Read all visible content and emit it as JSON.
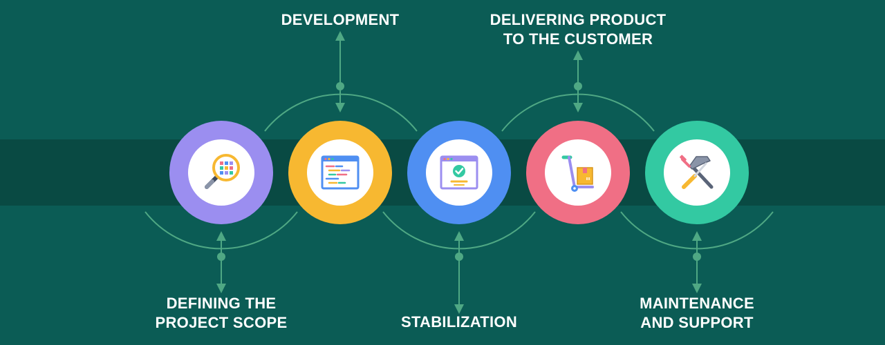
{
  "colors": {
    "background": "#0b5c55",
    "band": "#094a43",
    "connector": "#4fa884",
    "stage1": "#9b8ef0",
    "stage2": "#f7b831",
    "stage3": "#4f8ff2",
    "stage4": "#f06f85",
    "stage5": "#33c9a2"
  },
  "stages": [
    {
      "label_lines": [
        "DEFINING THE",
        "PROJECT SCOPE"
      ],
      "icon": "magnifier-icon",
      "position": "below"
    },
    {
      "label_lines": [
        "DEVELOPMENT"
      ],
      "icon": "code-window-icon",
      "position": "above"
    },
    {
      "label_lines": [
        "STABILIZATION"
      ],
      "icon": "check-window-icon",
      "position": "below"
    },
    {
      "label_lines": [
        "DELIVERING PRODUCT",
        "TO THE CUSTOMER"
      ],
      "icon": "hand-truck-icon",
      "position": "above"
    },
    {
      "label_lines": [
        "MAINTENANCE",
        "AND SUPPORT"
      ],
      "icon": "tools-icon",
      "position": "below"
    }
  ]
}
